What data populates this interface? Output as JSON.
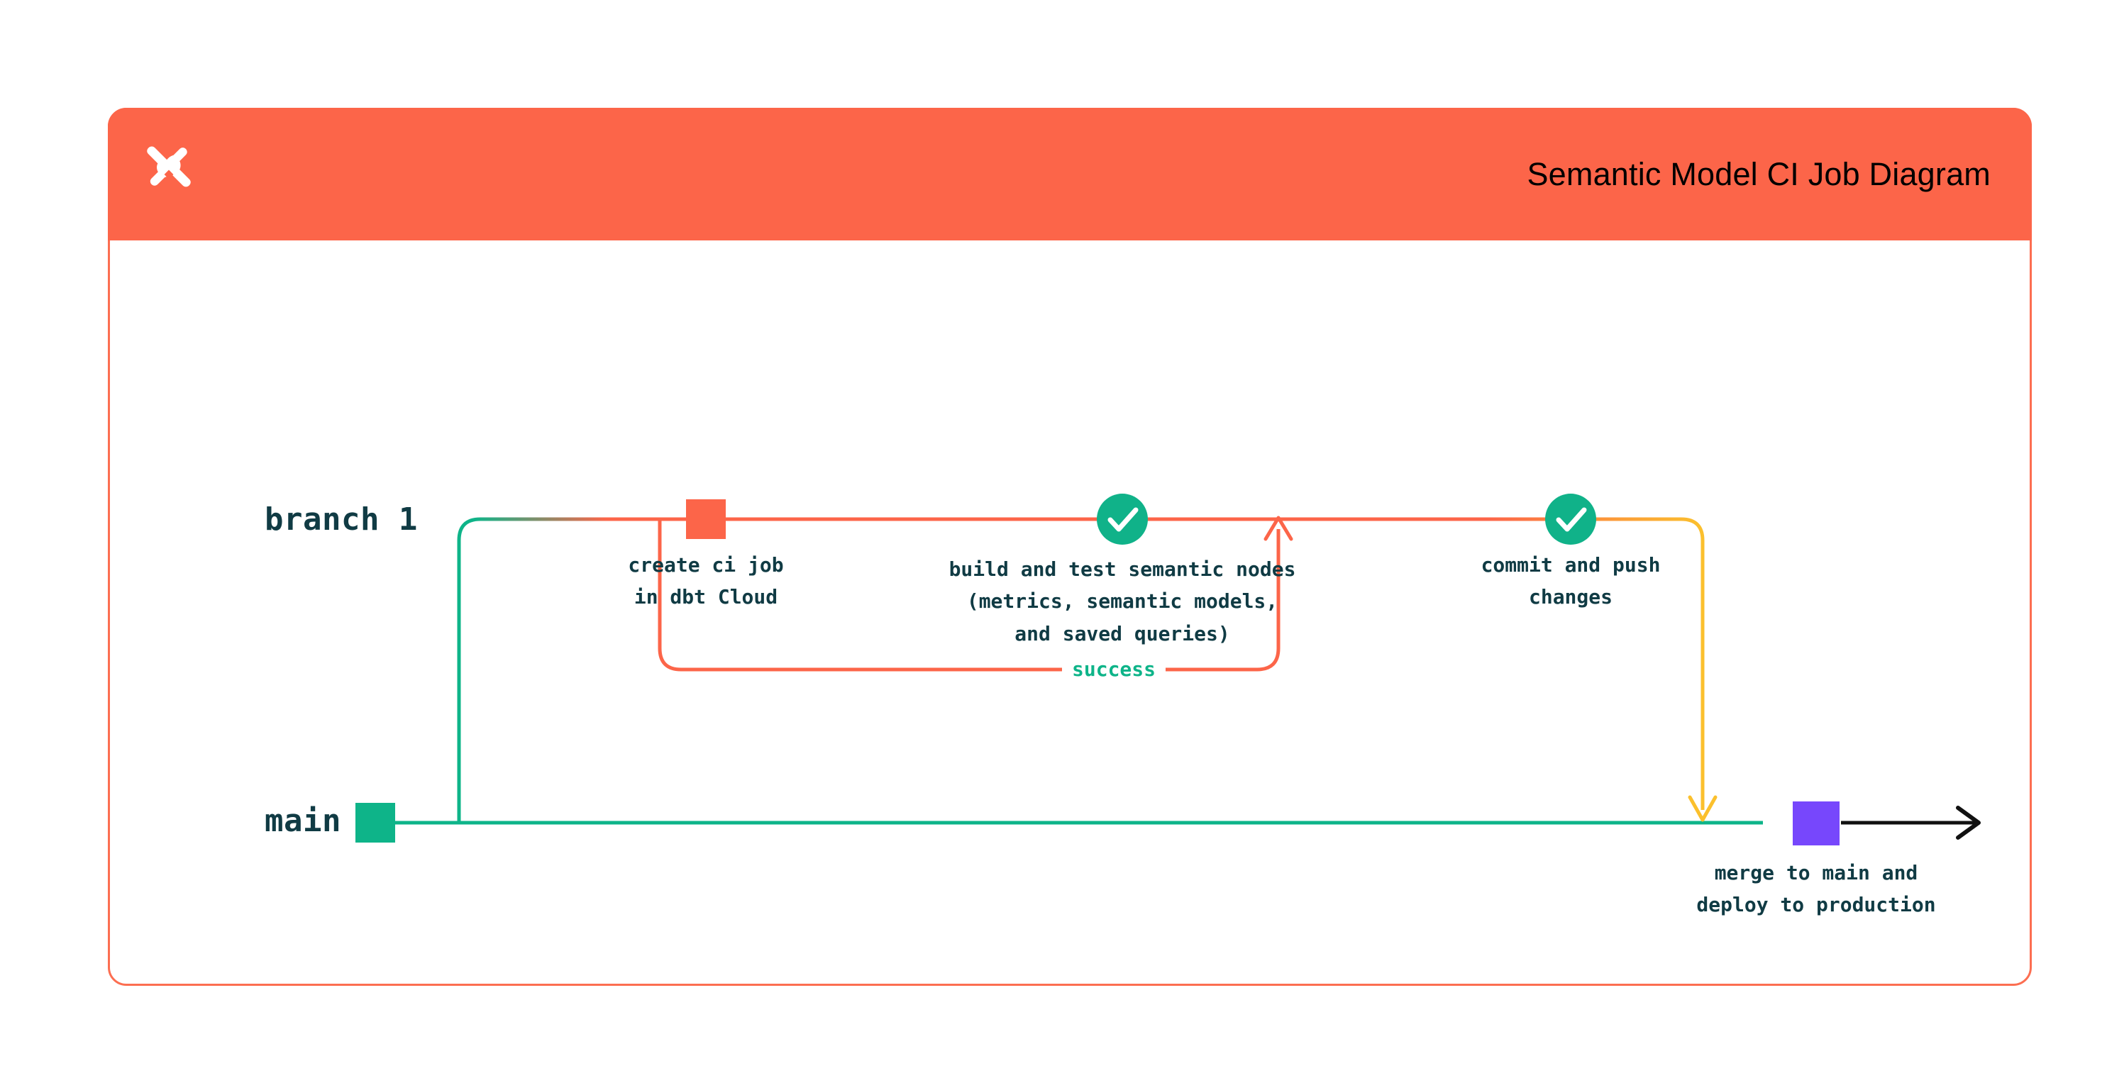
{
  "header": {
    "title": "Semantic Model CI Job Diagram",
    "logo_icon": "dbt-star-logo-icon",
    "background_color": "#fc6549"
  },
  "card": {
    "border_color": "#fc6e51",
    "background_color": "#ffffff"
  },
  "colors": {
    "coral": "#fc6549",
    "teal": "#0eb489",
    "green_check": "#10b289",
    "yellow": "#fbc02d",
    "purple": "#7747fc",
    "ink": "#103b44",
    "black": "#111111"
  },
  "lanes": [
    {
      "id": "branch-1",
      "label": "branch 1",
      "color": "#fc6549"
    },
    {
      "id": "main",
      "label": "main",
      "color": "#0eb489"
    }
  ],
  "nodes": [
    {
      "id": "main-start",
      "shape": "square",
      "color": "#0eb489",
      "lane": "main",
      "caption": ""
    },
    {
      "id": "create-ci-job",
      "shape": "square",
      "color": "#fc6549",
      "lane": "branch-1",
      "caption": "create ci job\nin dbt Cloud"
    },
    {
      "id": "build-and-test",
      "shape": "check-circle",
      "icon": "check-circle-icon",
      "color": "#10b289",
      "lane": "branch-1",
      "caption": "build and test semantic nodes\n(metrics, semantic models,\nand saved queries)"
    },
    {
      "id": "commit-and-push",
      "shape": "check-circle",
      "icon": "check-circle-icon",
      "color": "#10b289",
      "lane": "branch-1",
      "caption": "commit and push\nchanges"
    },
    {
      "id": "merge-to-main",
      "shape": "square",
      "color": "#7747fc",
      "lane": "main",
      "caption": "merge to main and\ndeploy to production"
    }
  ],
  "edges": [
    {
      "id": "branch-off",
      "from": "main",
      "to": "branch-1",
      "color_from": "#0eb489",
      "color_to": "#fc6549",
      "label": ""
    },
    {
      "id": "success-loop",
      "from": "build-and-test",
      "to": "build-and-test",
      "color": "#fc6549",
      "label": "success",
      "label_color": "#0eb489",
      "arrowhead": "up"
    },
    {
      "id": "merge-down",
      "from": "commit-and-push",
      "to": "merge-to-main",
      "color_from": "#fc6549",
      "color_to": "#fbc02d",
      "arrowhead": "down",
      "label": ""
    },
    {
      "id": "main-continue",
      "from": "merge-to-main",
      "to": "end",
      "color": "#111111",
      "arrowhead": "right",
      "label": ""
    }
  ]
}
